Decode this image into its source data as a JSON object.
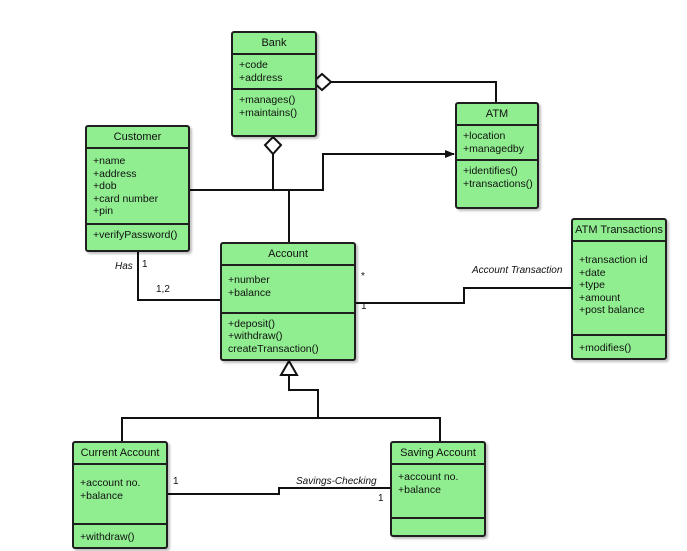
{
  "classes": {
    "bank": {
      "name": "Bank",
      "attributes": [
        "+code",
        "+address"
      ],
      "operations": [
        "+manages()",
        "+maintains()"
      ]
    },
    "atm": {
      "name": "ATM",
      "attributes": [
        "+location",
        "+managedby"
      ],
      "operations": [
        "+identifies()",
        "+transactions()"
      ]
    },
    "customer": {
      "name": "Customer",
      "attributes": [
        "+name",
        "+address",
        "+dob",
        "+card number",
        "+pin"
      ],
      "operations": [
        "+verifyPassword()"
      ]
    },
    "account": {
      "name": "Account",
      "attributes": [
        "+number",
        "+balance"
      ],
      "operations": [
        "+deposit()",
        "+withdraw()",
        "createTransaction()"
      ]
    },
    "atm_transactions": {
      "name": "ATM Transactions",
      "attributes": [
        "+transaction id",
        "+date",
        "+type",
        "+amount",
        "+post balance"
      ],
      "operations": [
        "+modifies()"
      ]
    },
    "current_account": {
      "name": "Current Account",
      "attributes": [
        "+account no.",
        "+balance"
      ],
      "operations": [
        "+withdraw()"
      ]
    },
    "saving_account": {
      "name": "Saving Account",
      "attributes": [
        "+account no.",
        "+balance"
      ],
      "operations": []
    }
  },
  "labels": {
    "has": "Has",
    "has_mult": "1",
    "acct_mult_customer": "1,2",
    "acct_mult_star": "*",
    "acct_mult_atm_tx": "1",
    "account_transaction": "Account Transaction",
    "savings_checking": "Savings-Checking",
    "current_mult": "1",
    "saving_mult": "1"
  }
}
